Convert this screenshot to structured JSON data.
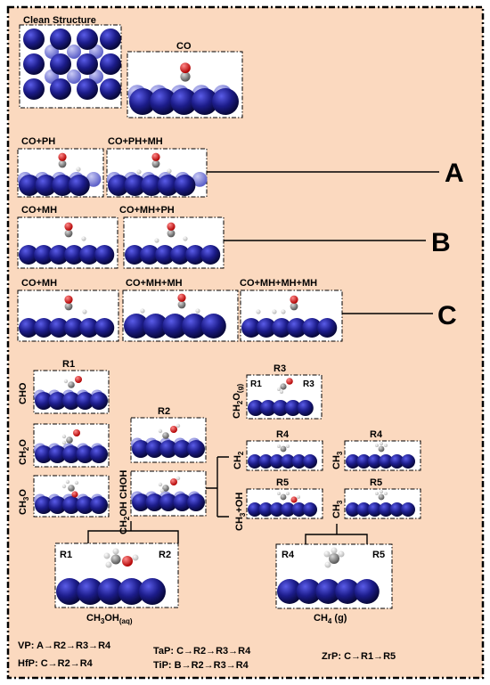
{
  "colors": {
    "background": "#fbd9bf",
    "metal_dark": "#1c1c8a",
    "metal_light": "#8d90e0",
    "carbon": "#8a8a8a",
    "oxygen": "#e01c1c",
    "hydrogen": "#f2f2f2"
  },
  "labels": {
    "clean": "Clean Structure",
    "co": "CO",
    "co_ph": "CO+PH",
    "co_ph_mh": "CO+PH+MH",
    "co_mh_1": "CO+MH",
    "co_mh_ph": "CO+MH+PH",
    "co_mh_2": "CO+MH",
    "co_mh_mh": "CO+MH+MH",
    "co_mh_mh_mh": "CO+MH+MH+MH",
    "path_a": "A",
    "path_b": "B",
    "path_c": "C",
    "r1": "R1",
    "r2": "R2",
    "r3": "R3",
    "r4": "R4",
    "r5": "R5",
    "cho": "CHO",
    "ch2o": "CH2O",
    "ch3o": "CH3O",
    "chohch2oh": "CHOH CH2OH",
    "ch2o_g": "CH2O(g)",
    "ch2": "CH2",
    "ch3oh_left": "CH3+OH",
    "ch3": "CH3",
    "ch3oh_aq": "CH3OH(aq)",
    "ch4_g": "CH4 (g)"
  },
  "routes": [
    {
      "catalyst": "VP",
      "path": "A→R2→R3→R4"
    },
    {
      "catalyst": "HfP",
      "path": "C→R2→R4"
    },
    {
      "catalyst": "TaP",
      "path": "C→R2→R3→R4"
    },
    {
      "catalyst": "TiP",
      "path": "B→R2→R3→R4"
    },
    {
      "catalyst": "ZrP",
      "path": "C→R1→R5"
    }
  ]
}
